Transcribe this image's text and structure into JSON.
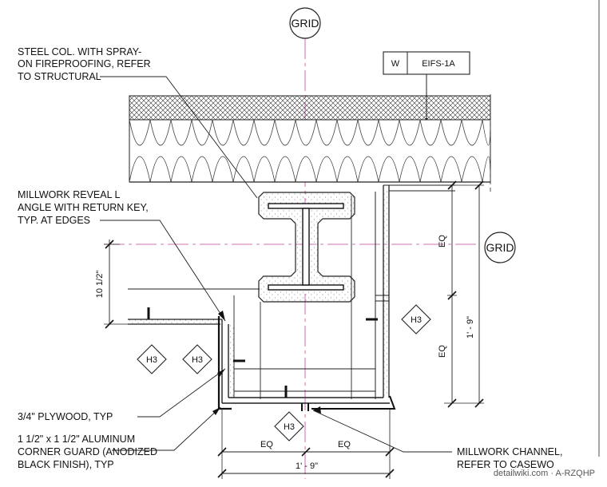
{
  "grid_markers": {
    "top": "GRID",
    "right": "GRID"
  },
  "wall_tag": {
    "code": "W",
    "type": "EIFS-1A"
  },
  "notes": {
    "steel_col": [
      "STEEL COL. WITH SPRAY-",
      "ON FIREPROOFING, REFER",
      "TO STRUCTURAL"
    ],
    "millwork_reveal": [
      "MILLWORK REVEAL L",
      "ANGLE WITH RETURN KEY,",
      "TYP. AT EDGES"
    ],
    "plywood": "3/4\" PLYWOOD, TYP",
    "corner_guard": [
      "1 1/2\" x 1 1/2\" ALUMINUM",
      "CORNER GUARD (ANODIZED",
      "BLACK FINISH), TYP"
    ],
    "millwork_channel": [
      "MILLWORK CHANNEL,",
      "REFER TO CASEWO"
    ]
  },
  "detail_tags": [
    "H3",
    "H3",
    "H3",
    "H3"
  ],
  "dimensions": {
    "left_vertical": "10 1/2\"",
    "right_eq_top": "EQ",
    "right_eq_bottom": "EQ",
    "right_total": "1' - 9\"",
    "bottom_eq_left": "EQ",
    "bottom_eq_right": "EQ",
    "bottom_total": "1' - 9\""
  },
  "watermark": "detailwiki.com · A-RZQHP"
}
